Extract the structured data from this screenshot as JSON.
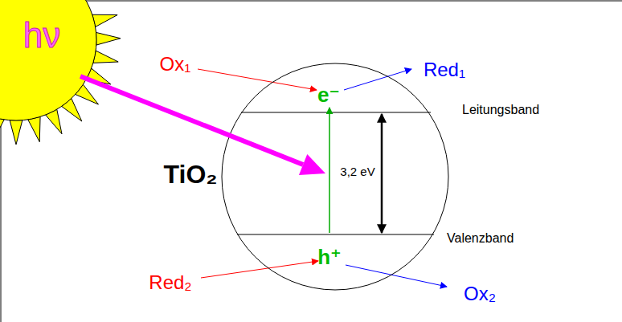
{
  "diagram": {
    "nodes": [
      {
        "text": [
          "hν"
        ]
      },
      {
        "text": [
          "e⁻",
          "3,2 eV",
          "h⁺"
        ]
      }
    ],
    "edges": [
      {
        "from": 0,
        "to": 1,
        "arrow": "to"
      }
    ],
    "labels": [
      "Ox₁",
      "Red₁",
      "TiO₂",
      "Leitungsband",
      "Valenzband",
      "Red₂",
      "Ox₂"
    ]
  }
}
